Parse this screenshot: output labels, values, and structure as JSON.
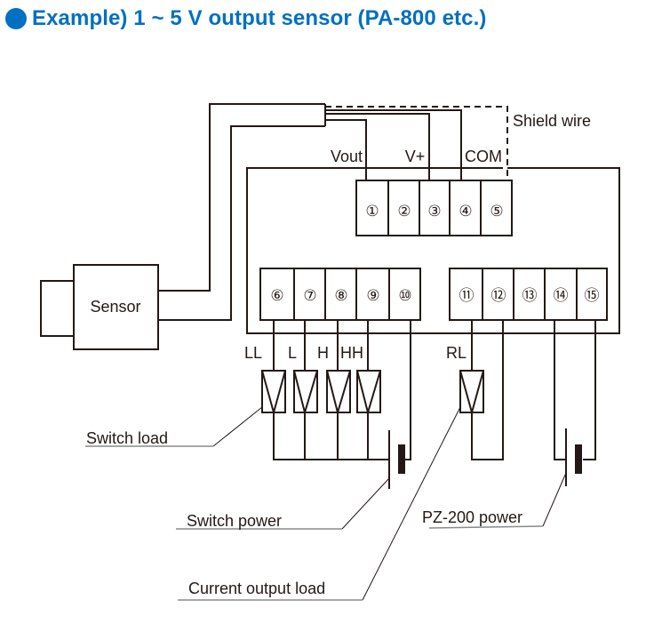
{
  "title": {
    "bullet_icon": "filled-circle",
    "text": "Example) 1 ~ 5 V output sensor (PA-800 etc.)",
    "color": "#0070c0"
  },
  "diagram": {
    "sensor_label": "Sensor",
    "wire_labels": {
      "vout": "Vout",
      "vplus": "V+",
      "com": "COM",
      "shield": "Shield wire"
    },
    "terminals_top": [
      "①",
      "②",
      "③",
      "④",
      "⑤"
    ],
    "terminals_bottom_left": [
      "⑥",
      "⑦",
      "⑧",
      "⑨",
      "⑩"
    ],
    "terminals_bottom_right": [
      "⑪",
      "⑫",
      "⑬",
      "⑭",
      "⑮"
    ],
    "output_labels": [
      "LL",
      "L",
      "H",
      "HH"
    ],
    "relay_label": "RL",
    "callouts": {
      "switch_load": "Switch load",
      "switch_power": "Switch power",
      "current_output_load": "Current output load",
      "pz200_power": "PZ-200 power"
    },
    "line_color": "#231815"
  }
}
